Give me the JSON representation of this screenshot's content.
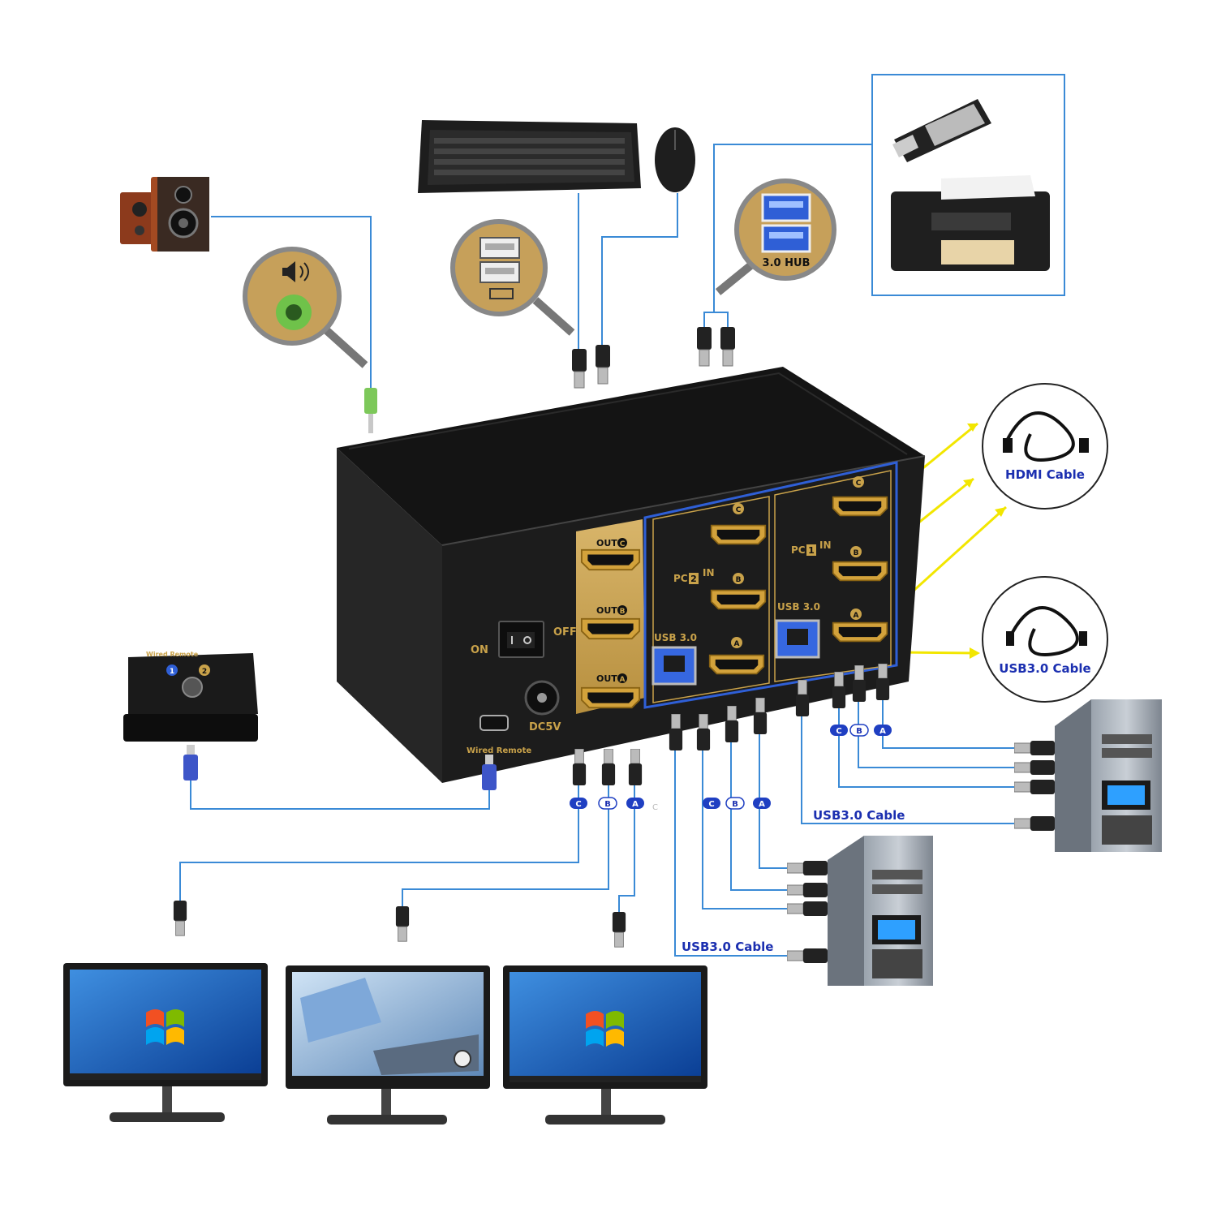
{
  "colors": {
    "cable_blue": "#3a8ad6",
    "label_blue": "#1b2fb0",
    "gold": "#c9a24a",
    "device_black": "#1a1a1a",
    "arrow_yellow": "#f2e600"
  },
  "switch": {
    "on_label": "ON",
    "off_label": "OFF",
    "out_c": "OUT",
    "out_b": "OUT",
    "out_a": "OUT",
    "out_c_letter": "C",
    "out_b_letter": "B",
    "out_a_letter": "A",
    "dc_label": "DC5V",
    "wired_remote_label": "Wired Remote",
    "pc2_in": "IN",
    "pc2_tag": "PC",
    "pc2_num": "2",
    "pc1_in": "IN",
    "pc1_tag": "PC",
    "pc1_num": "1",
    "usb30_left": "USB 3.0",
    "usb30_right": "USB 3.0",
    "port_c": "C",
    "port_b": "B",
    "port_a": "A"
  },
  "hub_badge": "3.0 HUB",
  "remote_box": {
    "title": "Wired Remote",
    "btn1": "1",
    "btn2": "2"
  },
  "callouts": {
    "hdmi_cable": "HDMI Cable",
    "usb_cable_circle": "USB3.0 Cable",
    "usb_cable_pc1": "USB3.0 Cable",
    "usb_cable_pc2": "USB3.0 Cable"
  },
  "abc_tags": {
    "c": "C",
    "b": "B",
    "a": "A",
    "faint_c": "C"
  }
}
